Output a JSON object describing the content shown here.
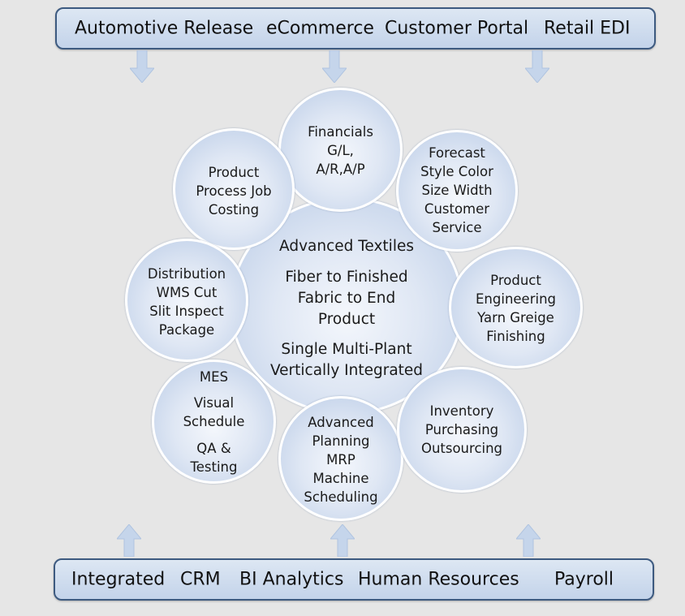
{
  "top_bar": {
    "items": [
      "Automotive Release",
      "eCommerce",
      "Customer Portal",
      "Retail EDI"
    ]
  },
  "bottom_bar": {
    "items": [
      "Integrated",
      "CRM",
      "BI Analytics",
      "Human Resources",
      "Payroll"
    ]
  },
  "center": {
    "lines": [
      "Advanced Textiles",
      "Fiber to Finished",
      "Fabric to End",
      "Product",
      "Single  Multi-Plant",
      "Vertically Integrated"
    ]
  },
  "modules": {
    "financials": [
      "Financials",
      "G/L,",
      "A/R,A/P"
    ],
    "costing": [
      "Product",
      "Process Job",
      "Costing"
    ],
    "forecast": [
      "Forecast",
      "Style Color",
      "Size Width",
      "Customer",
      "Service"
    ],
    "distribution": [
      "Distribution",
      "WMS Cut",
      "Slit Inspect",
      "Package"
    ],
    "engineering": [
      "Product",
      "Engineering",
      "Yarn Greige",
      "Finishing"
    ],
    "mes": [
      "MES",
      "Visual",
      "Schedule",
      "QA &",
      "Testing"
    ],
    "planning": [
      "Advanced",
      "Planning",
      "MRP",
      "Machine",
      "Scheduling"
    ],
    "inventory": [
      "Inventory",
      "Purchasing",
      "Outsourcing"
    ]
  },
  "colors": {
    "bar_border": "#3d5a80",
    "bar_fill": "#c3d3ea",
    "circle_fill": "#dfe7f4",
    "arrow_fill": "#c5d5eb",
    "background": "#e6e6e6"
  }
}
